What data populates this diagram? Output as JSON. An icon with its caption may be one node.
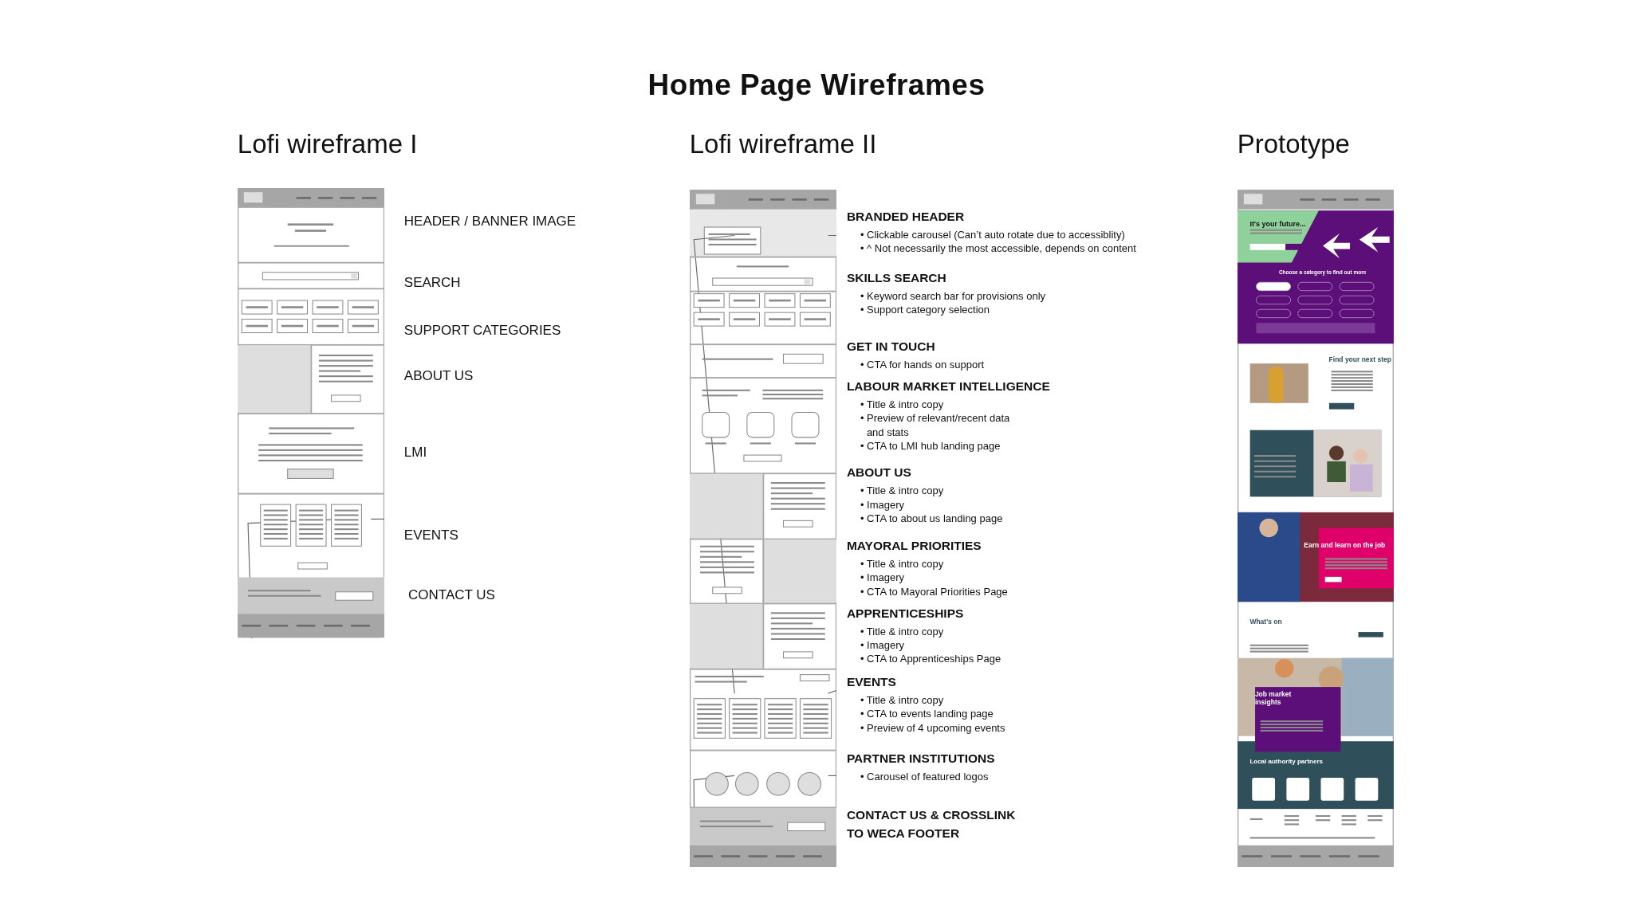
{
  "diagram": {
    "title": "Home Page Wireframes",
    "labels": [
      "Lofi wireframe I",
      "Lofi wireframe II",
      "Prototype",
      "HEADER / BANNER IMAGE",
      "SEARCH",
      "SUPPORT CATEGORIES",
      "ABOUT US",
      "LMI",
      "EVENTS",
      "CONTACT US",
      "BRANDED HEADER",
      "• Clickable carousel (Can’t auto rotate due to accessiblity)",
      "• ^ Not necessarily the most accessible, depends on content",
      "SKILLS SEARCH",
      "• Keyword search bar for provisions only",
      "• Support category selection",
      "GET IN TOUCH",
      "• CTA for hands on support",
      "LABOUR MARKET INTELLIGENCE",
      "• Title & intro copy",
      "• Preview of relevant/recent data and stats",
      "• CTA to LMI hub landing page",
      "ABOUT US",
      "• Title & intro copy",
      "• Imagery",
      "• CTA to about us landing page",
      "MAYORAL PRIORITIES",
      "• Title & intro copy",
      "• Imagery",
      "• CTA to Mayoral Priorities Page",
      "APPRENTICESHIPS",
      "• Title & intro copy",
      "• Imagery",
      "• CTA to Apprenticeships Page",
      "EVENTS",
      "• Title & intro copy",
      "• CTA to events landing page",
      "• Preview of 4 upcoming events",
      "PARTNER INSTITUTIONS",
      "• Carousel of featured logos",
      "CONTACT US & CROSSLINK TO WECA FOOTER",
      "It's your future...",
      "Choose a category to find out more",
      "Find your next step",
      "Earn and learn on the job",
      "What's on",
      "Job market insights",
      "Local authority partners"
    ]
  }
}
